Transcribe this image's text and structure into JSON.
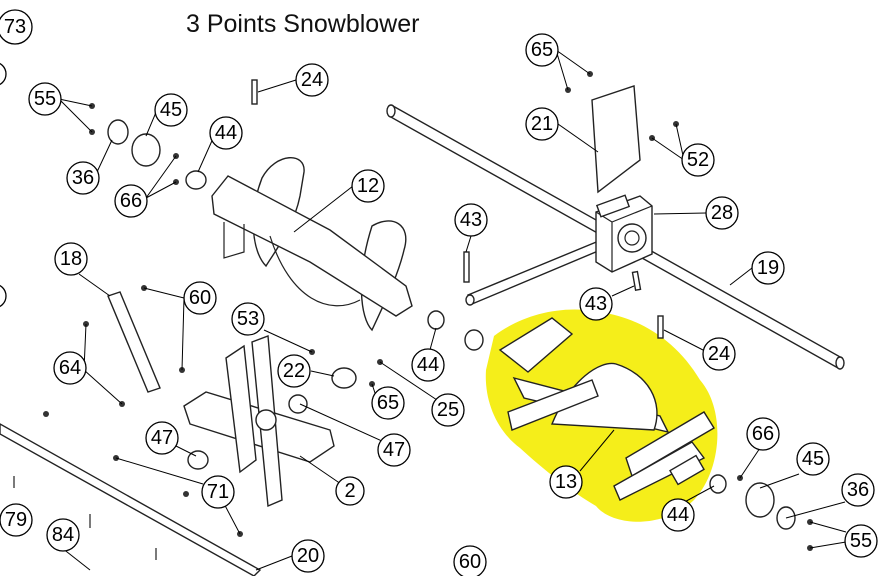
{
  "title": "3 Points Snowblower",
  "highlight_color": "#F5EE1A",
  "callouts": [
    "73",
    "55",
    "45",
    "44",
    "24",
    "65",
    "21",
    "52",
    "36",
    "66",
    "12",
    "28",
    "43",
    "19",
    "18",
    "60",
    "53",
    "43",
    "24",
    "64",
    "22",
    "44",
    "65",
    "25",
    "47",
    "47",
    "13",
    "66",
    "45",
    "36",
    "71",
    "2",
    "44",
    "55",
    "79",
    "84",
    "20",
    "60"
  ]
}
